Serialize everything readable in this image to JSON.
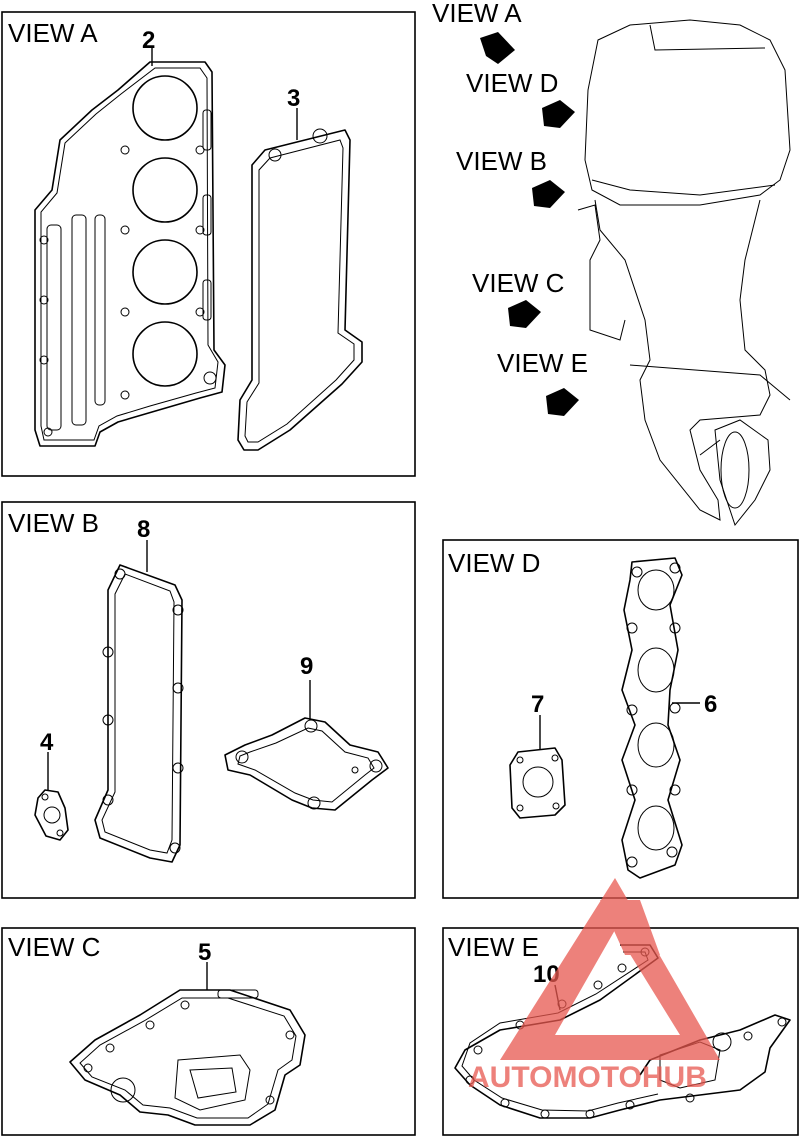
{
  "views": {
    "view_a": "VIEW A",
    "view_b": "VIEW B",
    "view_c": "VIEW C",
    "view_d": "VIEW D",
    "view_e": "VIEW E"
  },
  "callouts": {
    "engine_view_a": "VIEW A",
    "engine_view_d": "VIEW D",
    "engine_view_b": "VIEW B",
    "engine_view_c": "VIEW C",
    "engine_view_e": "VIEW E"
  },
  "parts": {
    "p2": "2",
    "p3": "3",
    "p4": "4",
    "p5": "5",
    "p6": "6",
    "p7": "7",
    "p8": "8",
    "p9": "9",
    "p10": "10"
  },
  "watermark": {
    "text": "AUTOMOTOHUB",
    "color_red": "#e8584f",
    "color_orange": "#f5a33a"
  }
}
